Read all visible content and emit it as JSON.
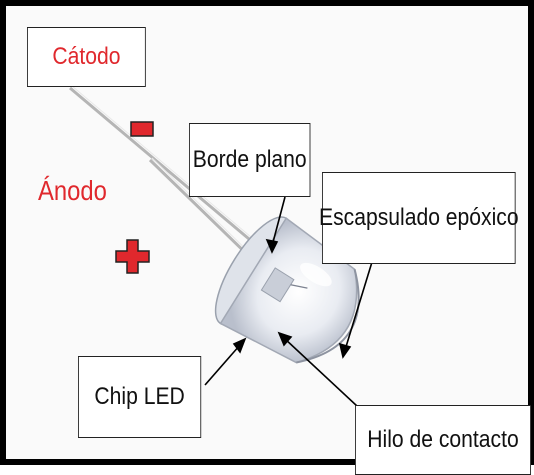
{
  "labels": {
    "cathode": "Cátodo",
    "anode": "Ánodo",
    "flat_edge": "Borde plano",
    "epoxy": "Escapsulado epóxico",
    "chip": "Chip LED",
    "wire": "Hilo de contacto"
  },
  "colors": {
    "polarity_red": "#e0282d",
    "frame": "#000000"
  },
  "icons": {
    "minus": "minus-sign",
    "plus": "plus-sign"
  }
}
